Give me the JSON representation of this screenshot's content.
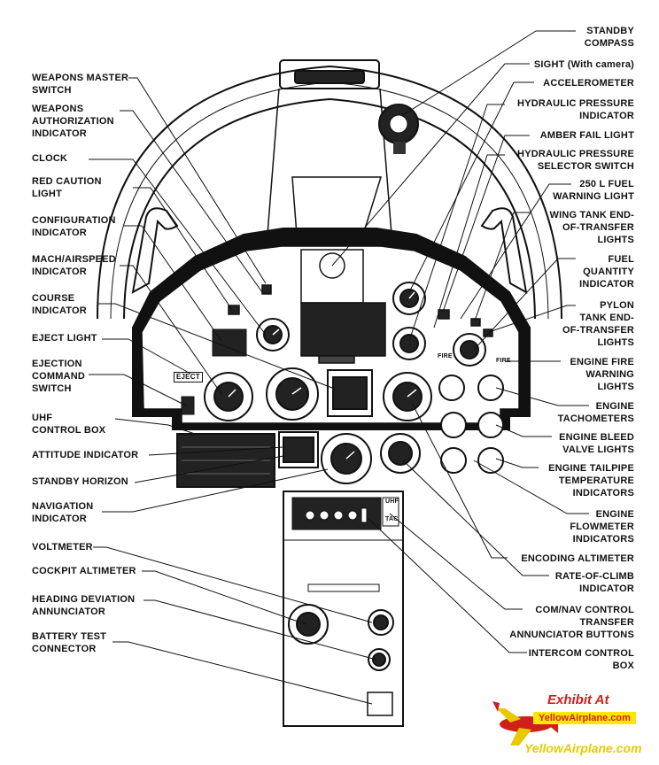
{
  "labels_left": [
    {
      "id": "weapons-master-switch",
      "text": "WEAPONS MASTER\nSWITCH"
    },
    {
      "id": "weapons-authorization-indicator",
      "text": "WEAPONS\nAUTHORIZATION\nINDICATOR"
    },
    {
      "id": "clock",
      "text": "CLOCK"
    },
    {
      "id": "red-caution-light",
      "text": "RED CAUTION\nLIGHT"
    },
    {
      "id": "configuration-indicator",
      "text": "CONFIGURATION\nINDICATOR"
    },
    {
      "id": "mach-airspeed-indicator",
      "text": "MACH/AIRSPEED\nINDICATOR"
    },
    {
      "id": "course-indicator",
      "text": "COURSE\nINDICATOR"
    },
    {
      "id": "eject-light",
      "text": "EJECT LIGHT"
    },
    {
      "id": "ejection-command-switch",
      "text": "EJECTION\nCOMMAND\nSWITCH"
    },
    {
      "id": "uhf-control-box",
      "text": "UHF\nCONTROL BOX"
    },
    {
      "id": "attitude-indicator",
      "text": "ATTITUDE INDICATOR"
    },
    {
      "id": "standby-horizon",
      "text": "STANDBY HORIZON"
    },
    {
      "id": "navigation-indicator",
      "text": "NAVIGATION\nINDICATOR"
    },
    {
      "id": "voltmeter",
      "text": "VOLTMETER"
    },
    {
      "id": "cockpit-altimeter",
      "text": "COCKPIT ALTIMETER"
    },
    {
      "id": "heading-deviation-annunciator",
      "text": "HEADING DEVIATION\nANNUNCIATOR"
    },
    {
      "id": "battery-test-connector",
      "text": "BATTERY TEST\nCONNECTOR"
    }
  ],
  "labels_right": [
    {
      "id": "standby-compass",
      "text": "STANDBY\nCOMPASS"
    },
    {
      "id": "sight",
      "text": "SIGHT (With camera)"
    },
    {
      "id": "accelerometer",
      "text": "ACCELEROMETER"
    },
    {
      "id": "hydraulic-pressure-indicator",
      "text": "HYDRAULIC PRESSURE\nINDICATOR"
    },
    {
      "id": "amber-fail-light",
      "text": "AMBER FAIL LIGHT"
    },
    {
      "id": "hydraulic-pressure-selector-switch",
      "text": "HYDRAULIC PRESSURE\nSELECTOR SWITCH"
    },
    {
      "id": "fuel-warning-light",
      "text": "250 L FUEL\nWARNING LIGHT"
    },
    {
      "id": "wing-tank-end-of-transfer-lights",
      "text": "WING TANK END-\nOF-TRANSFER\nLIGHTS"
    },
    {
      "id": "fuel-quantity-indicator",
      "text": "FUEL\nQUANTITY\nINDICATOR"
    },
    {
      "id": "pylon-tank-end-of-transfer-lights",
      "text": "PYLON\nTANK END-\nOF-TRANSFER\nLIGHTS"
    },
    {
      "id": "engine-fire-warning-lights",
      "text": "ENGINE FIRE\nWARNING\nLIGHTS"
    },
    {
      "id": "engine-tachometers",
      "text": "ENGINE\nTACHOMETERS"
    },
    {
      "id": "engine-bleed-valve-lights",
      "text": "ENGINE BLEED\nVALVE LIGHTS"
    },
    {
      "id": "engine-tailpipe-temperature-indicators",
      "text": "ENGINE TAILPIPE\nTEMPERATURE\nINDICATORS"
    },
    {
      "id": "engine-flowmeter-indicators",
      "text": "ENGINE\nFLOWMETER\nINDICATORS"
    },
    {
      "id": "encoding-altimeter",
      "text": "ENCODING ALTIMETER"
    },
    {
      "id": "rate-of-climb-indicator",
      "text": "RATE-OF-CLIMB\nINDICATOR"
    },
    {
      "id": "com-nav-control-transfer-annunciator-buttons",
      "text": "COM/NAV CONTROL\nTRANSFER\nANNUNCIATOR BUTTONS"
    },
    {
      "id": "intercom-control-box",
      "text": "INTERCOM CONTROL\nBOX"
    }
  ],
  "panel_text": {
    "eject": "EJECT",
    "fire_left": "FIRE",
    "fire_right": "FIRE",
    "uhf": "UHF",
    "tac": "TAC"
  },
  "watermark": {
    "exhibit": "Exhibit At",
    "banner": "YellowAirplane.com",
    "url": "YellowAirplane.com"
  }
}
